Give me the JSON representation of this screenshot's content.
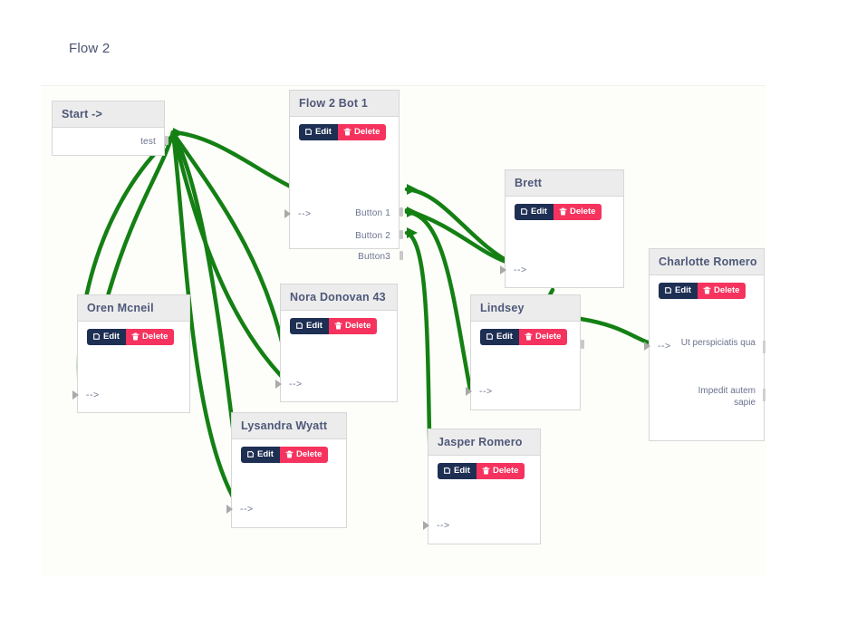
{
  "panel": {
    "title": "Flow 2"
  },
  "nodes": {
    "start": {
      "title": "Start ->",
      "out_port": "test"
    },
    "bot1": {
      "title": "Flow 2 Bot 1",
      "edit_label": "Edit",
      "delete_label": "Delete",
      "in_port": "-->",
      "out_ports": [
        "Button 1",
        "Button 2",
        "Button3"
      ]
    },
    "oren": {
      "title": "Oren Mcneil",
      "edit_label": "Edit",
      "delete_label": "Delete",
      "in_port": "-->"
    },
    "nora": {
      "title": "Nora Donovan 43",
      "edit_label": "Edit",
      "delete_label": "Delete",
      "in_port": "-->"
    },
    "lysandra": {
      "title": "Lysandra Wyatt",
      "edit_label": "Edit",
      "delete_label": "Delete",
      "in_port": "-->"
    },
    "jasper": {
      "title": "Jasper Romero",
      "edit_label": "Edit",
      "delete_label": "Delete",
      "in_port": "-->"
    },
    "lindsey": {
      "title": "Lindsey",
      "edit_label": "Edit",
      "delete_label": "Delete",
      "in_port": "-->"
    },
    "brett": {
      "title": "Brett",
      "edit_label": "Edit",
      "delete_label": "Delete",
      "in_port": "-->"
    },
    "charlotte": {
      "title": "Charlotte Romero",
      "edit_label": "Edit",
      "delete_label": "Delete",
      "in_port": "-->",
      "out_port_1": "Ut perspiciatis qua",
      "out_port_2": "Impedit autem sapie"
    }
  },
  "colors": {
    "edge": "#148014",
    "edit_button": "#1e2f54",
    "delete_button": "#f5335e",
    "node_header": "#ececec",
    "node_border": "#d7d7d7",
    "title_text": "#4e5879",
    "port_text": "#6a7290"
  },
  "icons": {
    "edit": "pencil-square-icon",
    "delete": "trash-icon"
  }
}
